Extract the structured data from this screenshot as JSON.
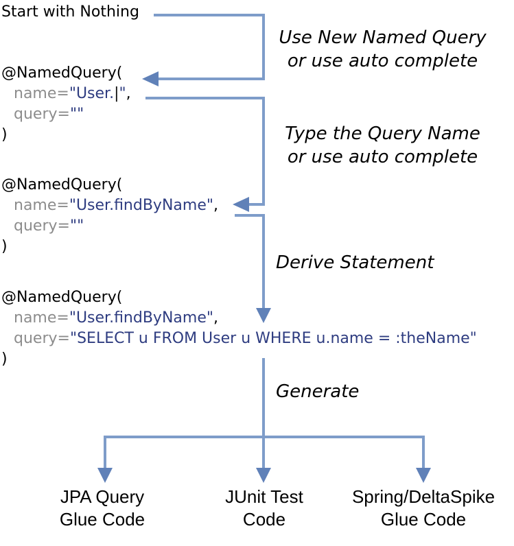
{
  "start_label": "Start with Nothing",
  "blocks": {
    "b1": {
      "l1": "@NamedQuery(",
      "name_key": "name=",
      "name_str_open": "\"User.",
      "cursor": "|",
      "name_str_close": "\"",
      "comma": ",",
      "query_key": "query=",
      "query_str": "\"\"",
      "close": ")"
    },
    "b2": {
      "l1": "@NamedQuery(",
      "name_key": "name=",
      "name_str": "\"User.findByName\"",
      "comma": ",",
      "query_key": "query=",
      "query_str": "\"\"",
      "close": ")"
    },
    "b3": {
      "l1": "@NamedQuery(",
      "name_key": "name=",
      "name_str": "\"User.findByName\"",
      "comma": ",",
      "query_key": "query=",
      "query_str": "\"SELECT u FROM User u WHERE u.name = :theName\"",
      "close": ")"
    }
  },
  "annotations": {
    "a1_line1": "Use New Named Query",
    "a1_line2": "or use auto complete",
    "a2_line1": "Type the Query Name",
    "a2_line2": "or use auto complete",
    "a3": "Derive Statement",
    "a4": "Generate"
  },
  "outputs": {
    "o1_line1": "JPA Query",
    "o1_line2": "Glue Code",
    "o2_line1": "JUnit Test",
    "o2_line2": "Code",
    "o3_line1": "Spring/DeltaSpike",
    "o3_line2": "Glue Code"
  },
  "colors": {
    "connector": "#7e9cc9",
    "arrowhead": "#6081b8",
    "code_string": "#2e3c80",
    "code_key": "#8c8c8c",
    "text": "#000000",
    "background": "#ffffff"
  }
}
